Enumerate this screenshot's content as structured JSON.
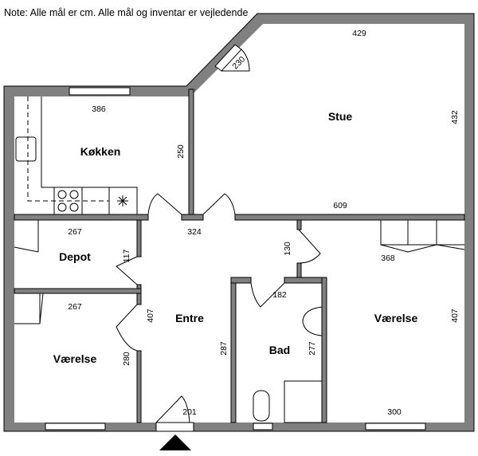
{
  "note": "Note: Alle mål er cm. Alle mål og inventar er vejledende",
  "rooms": {
    "kitchen": "Køkken",
    "living": "Stue",
    "storage": "Depot",
    "hall": "Entre",
    "bath": "Bad",
    "bedroom_left": "Værelse",
    "bedroom_right": "Værelse"
  },
  "dimensions": {
    "kitchen_width": "386",
    "kitchen_height": "250",
    "living_top": "429",
    "living_height": "432",
    "living_bottom": "609",
    "diag_window": "230",
    "hall_top": "324",
    "storage_width": "267",
    "storage_height": "117",
    "bedroom_left_width": "267",
    "bedroom_left_height": "280",
    "hall_height_left": "407",
    "hall_height_right": "287",
    "bath_door": "182",
    "bath_height": "277",
    "corridor": "130",
    "bedroom_right_top": "368",
    "bedroom_right_height": "407",
    "bedroom_right_bottom": "300",
    "entry_door": "201"
  },
  "entrance_marker": "entrance-arrow-icon"
}
